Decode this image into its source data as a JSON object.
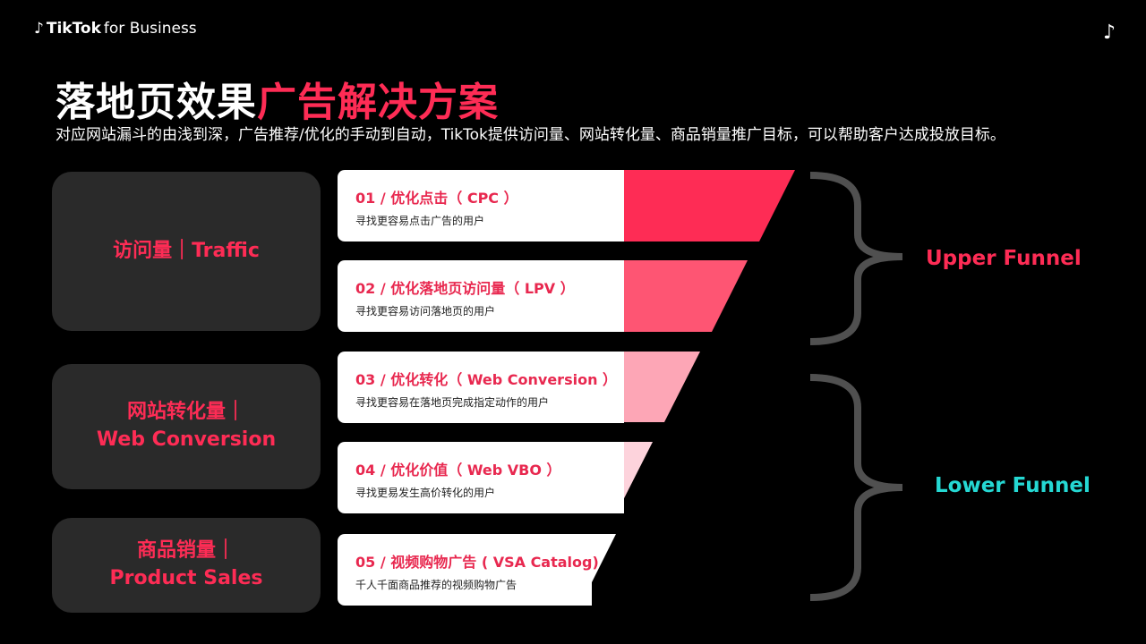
{
  "header": {
    "brand_name": "TikTok",
    "brand_suffix": "for Business",
    "corner_icon": "tiktok-note-icon"
  },
  "title": {
    "main": "落地页效果",
    "accent": "广告解决方案"
  },
  "subtitle": "对应网站漏斗的由浅到深，广告推荐/优化的手动到自动，TikTok提供访问量、网站转化量、商品销量推广目标，可以帮助客户达成投放目标。",
  "categories": [
    {
      "line1": "访问量｜Traffic",
      "line2": ""
    },
    {
      "line1": "网站转化量｜",
      "line2": "Web Conversion"
    },
    {
      "line1": "商品销量｜",
      "line2": "Product Sales"
    }
  ],
  "cards": [
    {
      "title": "01 / 优化点击（ CPC ）",
      "desc": "寻找更容易点击广告的用户",
      "color": "#fe2c55"
    },
    {
      "title": "02 / 优化落地页访问量（ LPV ）",
      "desc": "寻找更容易访问落地页的用户",
      "color": "#fe5573"
    },
    {
      "title": "03 / 优化转化（ Web Conversion ）",
      "desc": "寻找更容易在落地页完成指定动作的用户",
      "color": "#fda6b6"
    },
    {
      "title": "04 / 优化价值（ Web VBO ）",
      "desc": "寻找更易发生高价转化的用户",
      "color": "#fdd3dc"
    },
    {
      "title": "05 / 视频购物广告 ( VSA Catalog)",
      "desc": "千人千面商品推荐的视频购物广告",
      "color": "#ffffff"
    }
  ],
  "funnels": {
    "upper": "Upper Funnel",
    "lower": "Lower Funnel",
    "upper_color": "#fe2c55",
    "lower_color": "#25d8d3"
  }
}
